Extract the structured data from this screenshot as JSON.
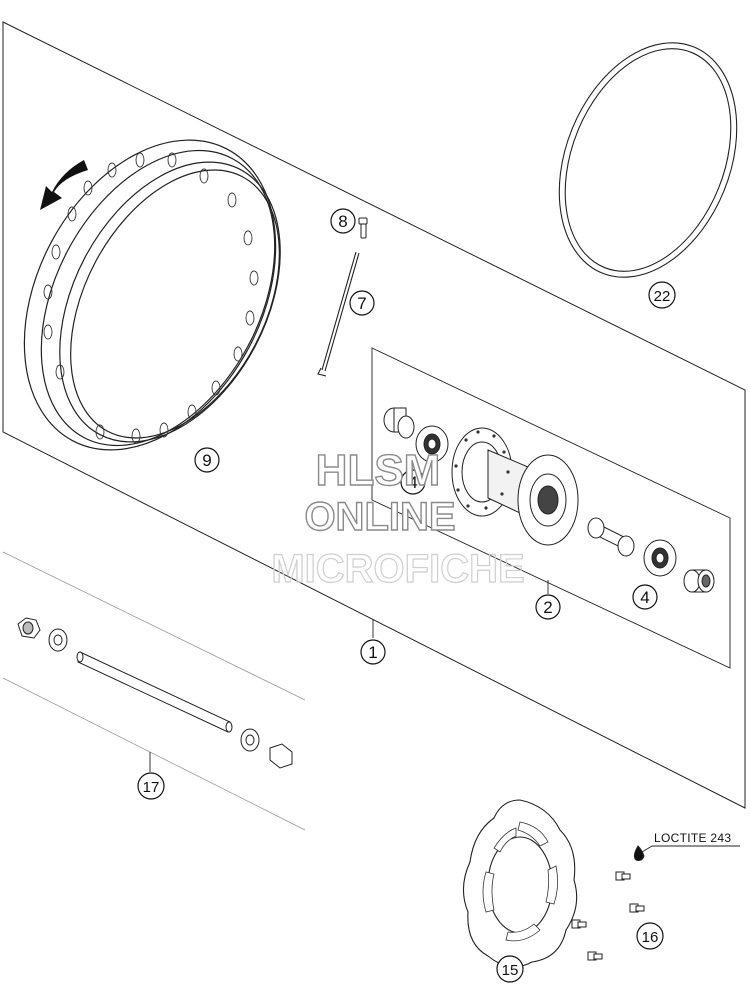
{
  "callouts": [
    {
      "id": "c1",
      "label": "1"
    },
    {
      "id": "c2",
      "label": "2"
    },
    {
      "id": "c4a",
      "label": "4"
    },
    {
      "id": "c4b",
      "label": "4"
    },
    {
      "id": "c7",
      "label": "7"
    },
    {
      "id": "c8",
      "label": "8"
    },
    {
      "id": "c9",
      "label": "9"
    },
    {
      "id": "c15",
      "label": "15"
    },
    {
      "id": "c16",
      "label": "16"
    },
    {
      "id": "c17",
      "label": "17"
    },
    {
      "id": "c22",
      "label": "22"
    }
  ],
  "note": {
    "loctite": "LOCTITE 243"
  },
  "watermark": {
    "line1": "HLSM",
    "line2": "ONLINE",
    "line3": "MICROFICHE"
  },
  "colors": {
    "line": "#1a1a1a",
    "light_line": "#888888",
    "watermark_stroke": "#8a8a8a"
  }
}
